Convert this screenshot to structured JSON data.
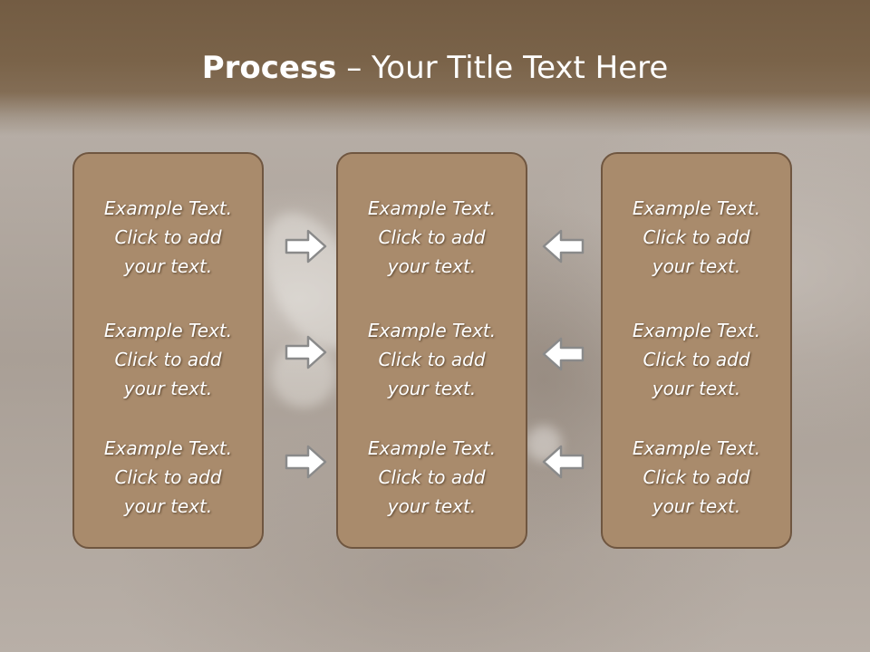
{
  "title": {
    "bold": "Process",
    "rest": " – Your Title Text Here"
  },
  "panels": [
    {
      "items": [
        {
          "line1": "Example Text.",
          "line2": "Click  to add",
          "line3": "your text."
        },
        {
          "line1": "Example Text.",
          "line2": "Click  to add",
          "line3": "your text."
        },
        {
          "line1": "Example Text.",
          "line2": "Click  to add",
          "line3": "your text."
        }
      ]
    },
    {
      "items": [
        {
          "line1": "Example Text.",
          "line2": "Click  to add",
          "line3": "your text."
        },
        {
          "line1": "Example Text.",
          "line2": "Click  to add",
          "line3": "your text."
        },
        {
          "line1": "Example Text.",
          "line2": "Click  to add",
          "line3": "your text."
        }
      ]
    },
    {
      "items": [
        {
          "line1": "Example Text.",
          "line2": "Click  to add",
          "line3": "your text."
        },
        {
          "line1": "Example Text.",
          "line2": "Click  to add",
          "line3": "your text."
        },
        {
          "line1": "Example Text.",
          "line2": "Click  to add",
          "line3": "your text."
        }
      ]
    }
  ],
  "colors": {
    "header": "#7a6349",
    "panel_fill": "#a98b6c",
    "panel_border": "#6f5640",
    "text": "#ffffff",
    "arrow_fill": "#ffffff",
    "arrow_stroke": "#8a8a8a"
  },
  "icons": {
    "left_arrows": "arrow-right-icon",
    "right_arrows": "arrow-left-icon"
  }
}
